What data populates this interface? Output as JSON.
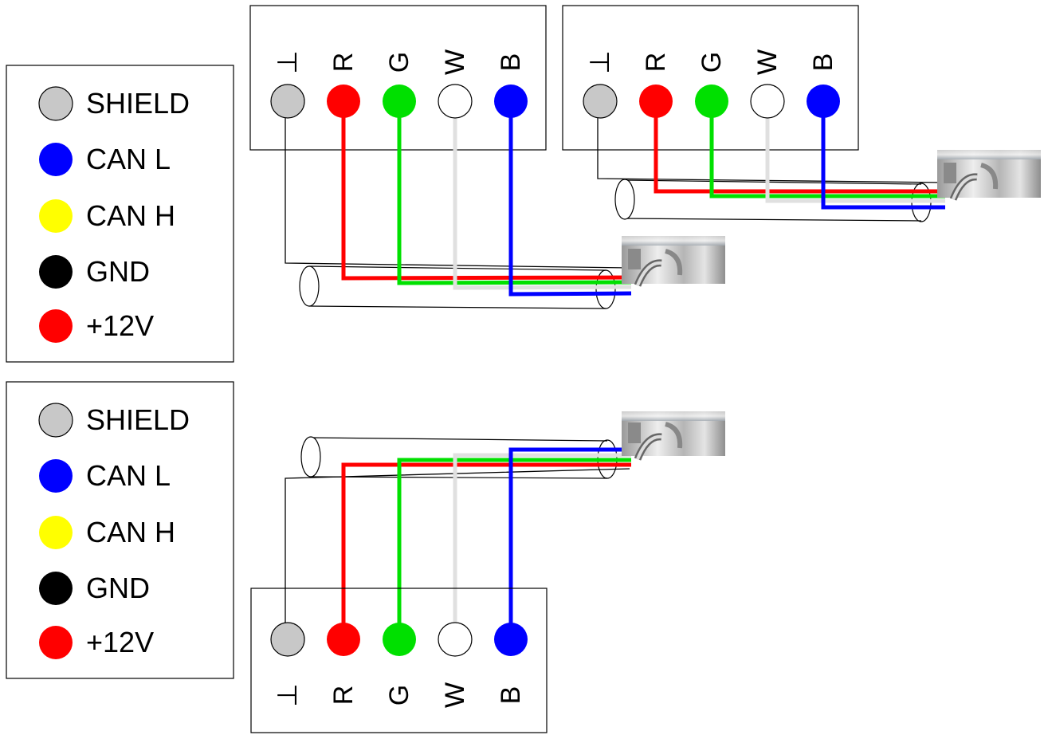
{
  "legends": [
    {
      "items": [
        {
          "label": "SHIELD",
          "color": "#c8c8c8"
        },
        {
          "label": "CAN L",
          "color": "#0000ff"
        },
        {
          "label": "CAN H",
          "color": "#ffff00"
        },
        {
          "label": "GND",
          "color": "#000000"
        },
        {
          "label": "+12V",
          "color": "#ff0000"
        }
      ]
    },
    {
      "items": [
        {
          "label": "SHIELD",
          "color": "#c8c8c8"
        },
        {
          "label": "CAN L",
          "color": "#0000ff"
        },
        {
          "label": "CAN H",
          "color": "#ffff00"
        },
        {
          "label": "GND",
          "color": "#000000"
        },
        {
          "label": "+12V",
          "color": "#ff0000"
        }
      ]
    }
  ],
  "terminal_pins": [
    {
      "label": "⊥",
      "color": "#c8c8c8",
      "wire": "#000000"
    },
    {
      "label": "R",
      "color": "#ff0000",
      "wire": "#ff0000"
    },
    {
      "label": "G",
      "color": "#00e000",
      "wire": "#00e000"
    },
    {
      "label": "W",
      "color": "#ffffff",
      "wire": "#e0e0e0"
    },
    {
      "label": "B",
      "color": "#0000ff",
      "wire": "#0000ff"
    }
  ],
  "connector_icon": "m12-connector-photo"
}
